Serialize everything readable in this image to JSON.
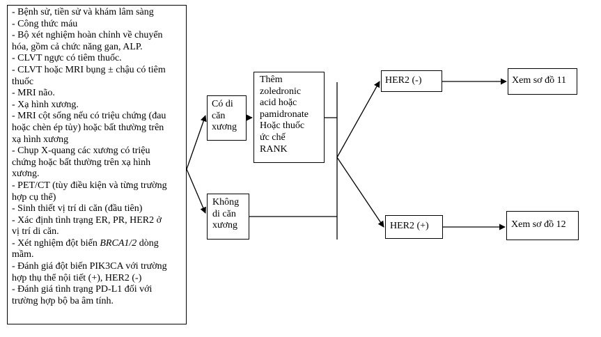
{
  "workup": {
    "lines": [
      {
        "text": "- Bệnh sử, tiền sử và khám lâm sàng"
      },
      {
        "text": "- Công thức máu"
      },
      {
        "text": "- Bộ xét nghiệm hoàn chỉnh về chuyển"
      },
      {
        "text": "hóa, gồm cả chức năng gan, ALP."
      },
      {
        "text": "- CLVT ngực có tiêm thuốc."
      },
      {
        "text": "- CLVT hoặc MRI bụng ± chậu có tiêm"
      },
      {
        "text": "thuốc"
      },
      {
        "text": "- MRI não."
      },
      {
        "text": "- Xạ hình xương."
      },
      {
        "text": "- MRI cột sống nếu có triệu chứng (đau"
      },
      {
        "text": "hoặc chèn ép tủy) hoặc bất thường trên"
      },
      {
        "text": "xạ hình xương"
      },
      {
        "text": "- Chụp X-quang các xương có triệu"
      },
      {
        "text": "chứng hoặc bất thường trên xạ hình"
      },
      {
        "text": "xương."
      },
      {
        "text": "- PET/CT (tùy điều kiện và từng trường"
      },
      {
        "text": "hợp cụ thể)"
      },
      {
        "text": "- Sinh thiết vị trí di căn (đầu tiên)"
      },
      {
        "text": "- Xác định tình trạng ER, PR, HER2 ở"
      },
      {
        "text": "vị trí di căn."
      },
      {
        "text": "- Xét nghiệm đột biến ",
        "italic": "BRCA1/2",
        "after": " dòng"
      },
      {
        "text": "mầm."
      },
      {
        "text": "- Đánh giá đột biến PIK3CA với trường"
      },
      {
        "text": "hợp thụ thể nội tiết (+), HER2 (-)"
      },
      {
        "text": "- Đánh giá tình trạng PD-L1 đối với"
      },
      {
        "text": "trường hợp bộ ba âm tính."
      }
    ]
  },
  "bone_yes": {
    "lines": [
      "Có di",
      "căn",
      "xương"
    ]
  },
  "bone_no": {
    "lines": [
      "Không",
      "di căn",
      "xương"
    ]
  },
  "treatment": {
    "lines": [
      "Thêm",
      "zoledronic",
      "acid hoặc",
      "pamidronate",
      "Hoặc thuốc",
      "ức chế",
      "RANK"
    ]
  },
  "her2_negative": {
    "label": "HER2 (-)"
  },
  "her2_positive": {
    "label": "HER2 (+)"
  },
  "see_diagram_11": {
    "label": "Xem sơ đồ 11"
  },
  "see_diagram_12": {
    "label": "Xem sơ đồ 12"
  },
  "colors": {
    "line": "#000000",
    "background": "#ffffff"
  }
}
